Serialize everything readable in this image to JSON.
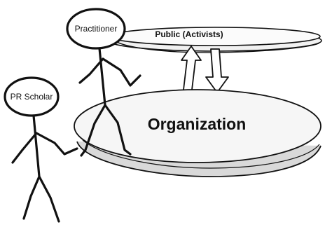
{
  "diagram": {
    "figures": [
      {
        "id": "practitioner",
        "label": "Practitioner"
      },
      {
        "id": "pr-scholar",
        "label": "PR Scholar"
      }
    ],
    "discs": [
      {
        "id": "public",
        "label": "Public (Activists)"
      },
      {
        "id": "organization",
        "label": "Organization"
      }
    ],
    "arrows": [
      {
        "from": "organization",
        "to": "public",
        "direction": "up"
      },
      {
        "from": "public",
        "to": "organization",
        "direction": "down"
      }
    ]
  }
}
